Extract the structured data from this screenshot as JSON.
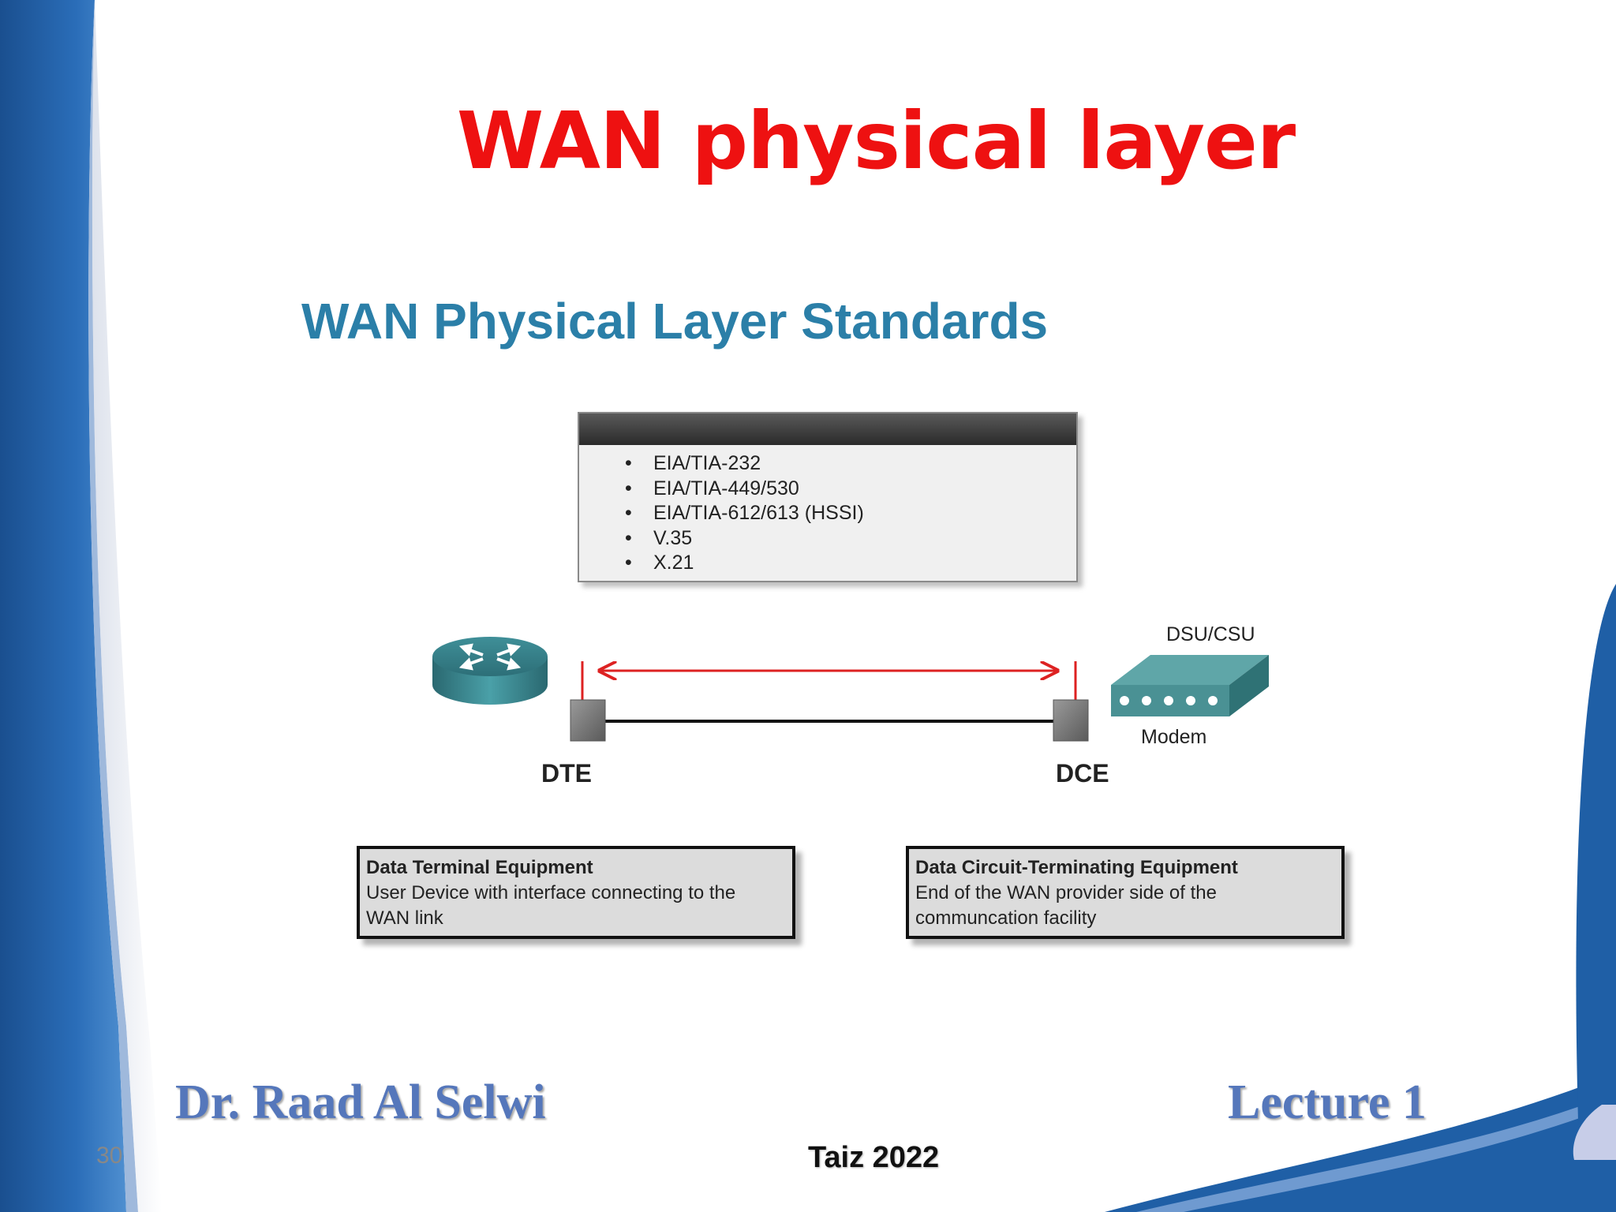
{
  "slide": {
    "title": "WAN physical layer",
    "page_number": "30",
    "author": "Dr. Raad Al Selwi",
    "lecture": "Lecture 1",
    "footer_place": "Taiz 2022"
  },
  "figure": {
    "heading": "WAN Physical Layer Standards",
    "standards": [
      "EIA/TIA-232",
      "EIA/TIA-449/530",
      "EIA/TIA-612/613 (HSSI)",
      "V.35",
      "X.21"
    ],
    "devices": {
      "router_icon": "router-icon",
      "modem_icon": "dsu-csu-modem-icon",
      "modem_top_label": "DSU/CSU",
      "modem_bottom_label": "Modem"
    },
    "endpoints": {
      "dte_label": "DTE",
      "dce_label": "DCE"
    },
    "dte_box": {
      "title": "Data Terminal Equipment",
      "lines": [
        "User Device with interface connecting to the",
        "WAN link"
      ]
    },
    "dce_box": {
      "title": "Data Circuit-Terminating Equipment",
      "lines": [
        "End of the WAN provider side of the",
        "communcation facility"
      ]
    }
  },
  "colors": {
    "title_red": "#ee1111",
    "heading_teal": "#2b7fa8",
    "footer_blue": "#5577bb",
    "frame_blue": "#1f5fa6",
    "link_red": "#dd2222"
  }
}
